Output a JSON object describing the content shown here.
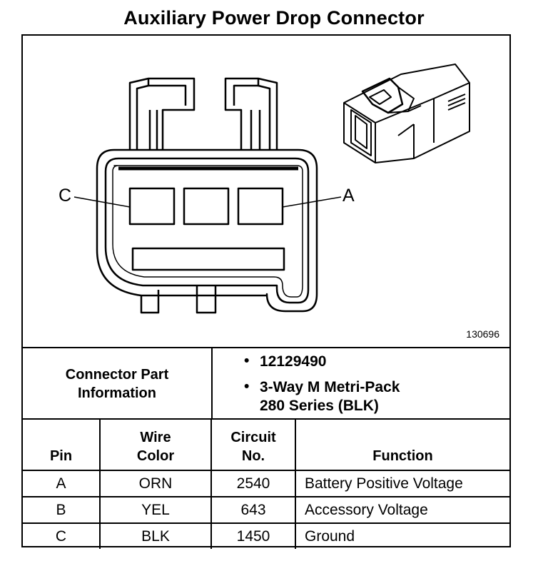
{
  "title": "Auxiliary Power Drop Connector",
  "figure": {
    "callouts": {
      "left": "C",
      "right": "A"
    },
    "figure_id": "130696"
  },
  "connector_info": {
    "label_line1": "Connector Part",
    "label_line2": "Information",
    "items": [
      {
        "line1": "12129490",
        "line2": ""
      },
      {
        "line1": "3-Way M Metri-Pack",
        "line2": "280 Series (BLK)"
      }
    ]
  },
  "table": {
    "headers": [
      {
        "line1": "",
        "line2": "Pin"
      },
      {
        "line1": "Wire",
        "line2": "Color"
      },
      {
        "line1": "Circuit",
        "line2": "No."
      },
      {
        "line1": "",
        "line2": "Function"
      }
    ],
    "rows": [
      {
        "pin": "A",
        "color": "ORN",
        "circuit": "2540",
        "function": "Battery Positive Voltage"
      },
      {
        "pin": "B",
        "color": "YEL",
        "circuit": "643",
        "function": "Accessory Voltage"
      },
      {
        "pin": "C",
        "color": "BLK",
        "circuit": "1450",
        "function": "Ground"
      }
    ]
  }
}
